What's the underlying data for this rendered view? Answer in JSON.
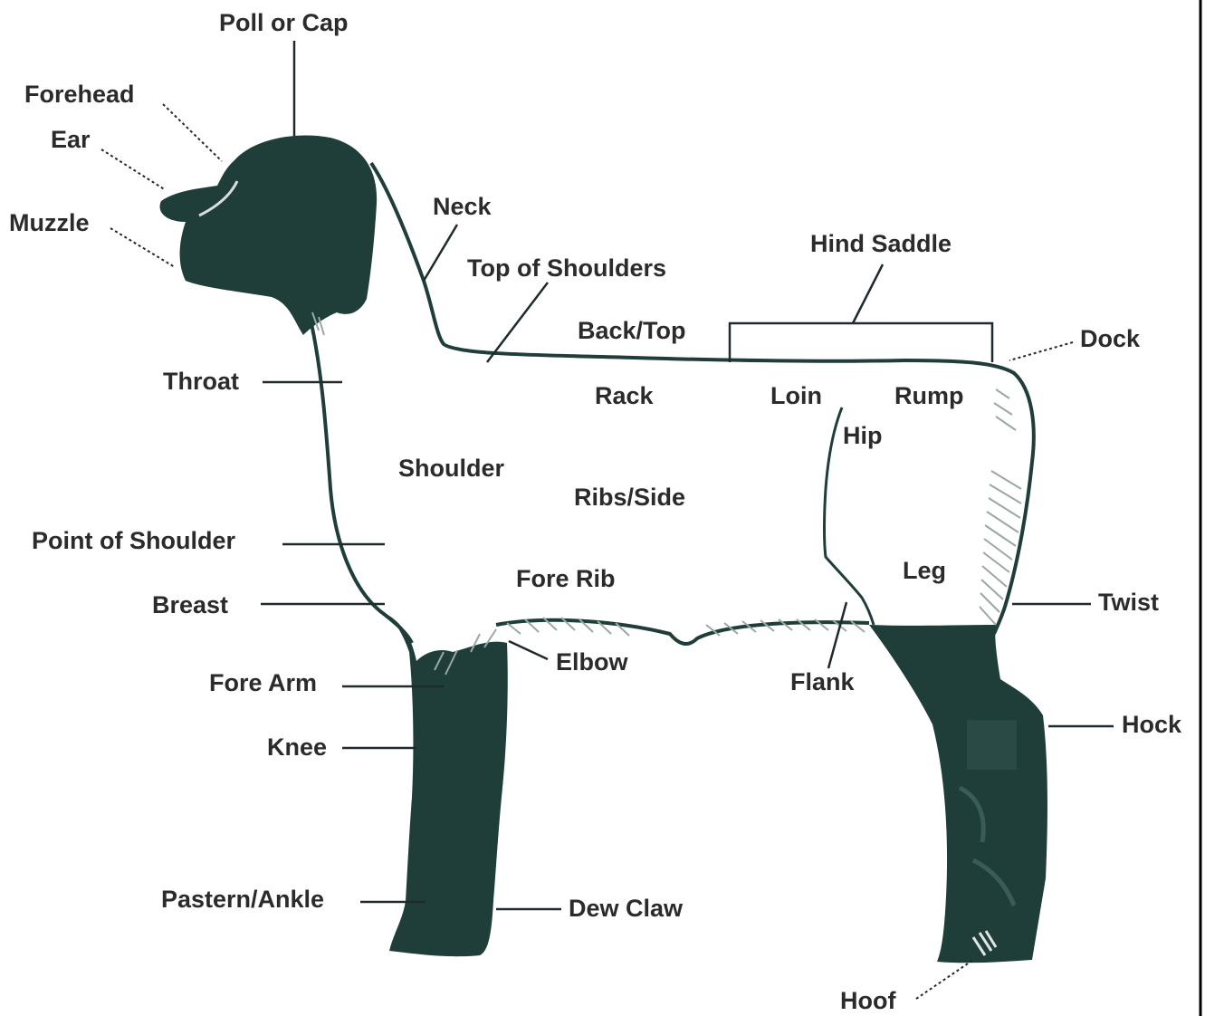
{
  "labels": {
    "poll": "Poll or Cap",
    "forehead": "Forehead",
    "ear": "Ear",
    "muzzle": "Muzzle",
    "neck": "Neck",
    "top_of_shoulders": "Top of Shoulders",
    "hind_saddle": "Hind Saddle",
    "back_top": "Back/Top",
    "dock": "Dock",
    "throat": "Throat",
    "rack": "Rack",
    "loin": "Loin",
    "rump": "Rump",
    "hip": "Hip",
    "shoulder": "Shoulder",
    "ribs_side": "Ribs/Side",
    "point_of_shoulder": "Point of Shoulder",
    "fore_rib": "Fore Rib",
    "leg": "Leg",
    "breast": "Breast",
    "twist": "Twist",
    "elbow": "Elbow",
    "flank": "Flank",
    "fore_arm": "Fore Arm",
    "hock": "Hock",
    "knee": "Knee",
    "pastern_ankle": "Pastern/Ankle",
    "dew_claw": "Dew Claw",
    "hoof": "Hoof"
  }
}
